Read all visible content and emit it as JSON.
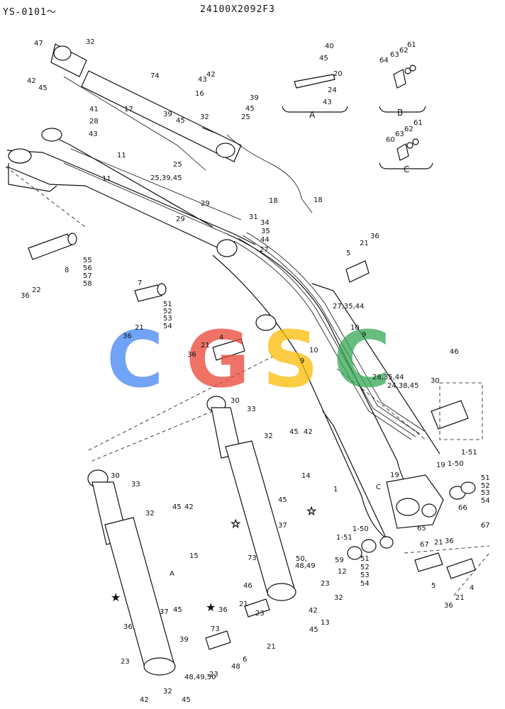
{
  "header": {
    "serial": "YS-0101～",
    "drawing_no": "24100X2092F3"
  },
  "watermark": {
    "text": "CGSC",
    "colors": [
      "#4285f4",
      "#ea4335",
      "#fbbc05",
      "#34a853"
    ]
  },
  "detail_views": [
    {
      "letter": "A",
      "parts": [
        "40",
        "45",
        "20",
        "24",
        "43"
      ]
    },
    {
      "letter": "B",
      "parts": [
        "64",
        "63",
        "62",
        "61"
      ]
    },
    {
      "letter": "C",
      "parts": [
        "60",
        "63",
        "62",
        "61"
      ]
    }
  ],
  "labels": [
    {
      "t": "47"
    },
    {
      "t": "32"
    },
    {
      "t": "42"
    },
    {
      "t": "45"
    },
    {
      "t": "74"
    },
    {
      "t": "43"
    },
    {
      "t": "42"
    },
    {
      "t": "16"
    },
    {
      "t": "39"
    },
    {
      "t": "45"
    },
    {
      "t": "25"
    },
    {
      "t": "17"
    },
    {
      "t": "41"
    },
    {
      "t": "28"
    },
    {
      "t": "43"
    },
    {
      "t": "39"
    },
    {
      "t": "45"
    },
    {
      "t": "32"
    },
    {
      "t": "25"
    },
    {
      "t": "11"
    },
    {
      "t": "11"
    },
    {
      "t": "25,39,45"
    },
    {
      "t": "18"
    },
    {
      "t": "18"
    },
    {
      "t": "29"
    },
    {
      "t": "29"
    },
    {
      "t": "31"
    },
    {
      "t": "34"
    },
    {
      "t": "35"
    },
    {
      "t": "44"
    },
    {
      "t": "27"
    },
    {
      "t": "36"
    },
    {
      "t": "21"
    },
    {
      "t": "5"
    },
    {
      "t": "8"
    },
    {
      "t": "55"
    },
    {
      "t": "56"
    },
    {
      "t": "57"
    },
    {
      "t": "58"
    },
    {
      "t": "36"
    },
    {
      "t": "22"
    },
    {
      "t": "7"
    },
    {
      "t": "51"
    },
    {
      "t": "52"
    },
    {
      "t": "53"
    },
    {
      "t": "54"
    },
    {
      "t": "21"
    },
    {
      "t": "36"
    },
    {
      "t": "27,35,44"
    },
    {
      "t": "10"
    },
    {
      "t": "9"
    },
    {
      "t": "4"
    },
    {
      "t": "36"
    },
    {
      "t": "21"
    },
    {
      "t": "10"
    },
    {
      "t": "9"
    },
    {
      "t": "28,35,44"
    },
    {
      "t": "24,38,45"
    },
    {
      "t": "46"
    },
    {
      "t": "30"
    },
    {
      "t": "30"
    },
    {
      "t": "33"
    },
    {
      "t": "32"
    },
    {
      "t": "45"
    },
    {
      "t": "42"
    },
    {
      "t": "14"
    },
    {
      "t": "19"
    },
    {
      "t": "19"
    },
    {
      "t": "1-51"
    },
    {
      "t": "1-50"
    },
    {
      "t": "51"
    },
    {
      "t": "52"
    },
    {
      "t": "53"
    },
    {
      "t": "54"
    },
    {
      "t": "66"
    },
    {
      "t": "67"
    },
    {
      "t": "C"
    },
    {
      "t": "1"
    },
    {
      "t": "30"
    },
    {
      "t": "33"
    },
    {
      "t": "32"
    },
    {
      "t": "45"
    },
    {
      "t": "42"
    },
    {
      "t": "15"
    },
    {
      "t": "45"
    },
    {
      "t": "37"
    },
    {
      "t": "73"
    },
    {
      "t": "65"
    },
    {
      "t": "1-50"
    },
    {
      "t": "1-51"
    },
    {
      "t": "67"
    },
    {
      "t": "21"
    },
    {
      "t": "36"
    },
    {
      "t": "50,"
    },
    {
      "t": "48,49"
    },
    {
      "t": "59"
    },
    {
      "t": "12"
    },
    {
      "t": "46"
    },
    {
      "t": "23"
    },
    {
      "t": "32"
    },
    {
      "t": "51"
    },
    {
      "t": "52"
    },
    {
      "t": "53"
    },
    {
      "t": "54"
    },
    {
      "t": "5"
    },
    {
      "t": "4"
    },
    {
      "t": "36"
    },
    {
      "t": "21"
    },
    {
      "t": "A"
    },
    {
      "t": "37"
    },
    {
      "t": "45"
    },
    {
      "t": "36"
    },
    {
      "t": "21"
    },
    {
      "t": "23"
    },
    {
      "t": "42"
    },
    {
      "t": "45"
    },
    {
      "t": "13"
    },
    {
      "t": "39"
    },
    {
      "t": "73"
    },
    {
      "t": "36"
    },
    {
      "t": "21"
    },
    {
      "t": "6"
    },
    {
      "t": "48"
    },
    {
      "t": "23"
    },
    {
      "t": "32"
    },
    {
      "t": "23"
    },
    {
      "t": "48,49,50"
    },
    {
      "t": "42"
    },
    {
      "t": "45"
    }
  ]
}
